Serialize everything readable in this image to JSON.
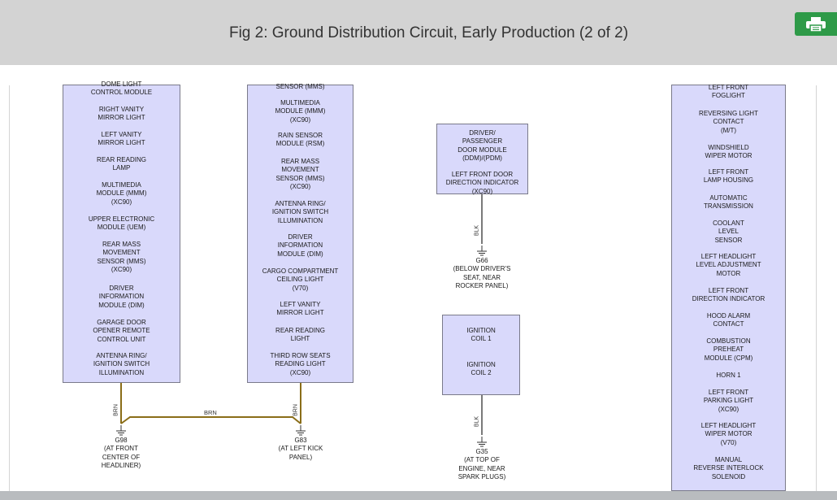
{
  "header": {
    "title": "Fig 2: Ground Distribution Circuit, Early Production (2 of 2)",
    "print_icon": "printer-icon",
    "accent": "#2e9a48"
  },
  "box1": {
    "labels": [
      "DOME LIGHT\nCONTROL MODULE",
      "RIGHT VANITY\nMIRROR LIGHT",
      "LEFT VANITY\nMIRROR LIGHT",
      "REAR READING\nLAMP",
      "MULTIMEDIA\nMODULE (MMM)\n(XC90)",
      "UPPER ELECTRONIC\nMODULE (UEM)",
      "REAR MASS\nMOVEMENT\nSENSOR (MMS)\n(XC90)",
      "DRIVER\nINFORMATION\nMODULE (DIM)",
      "GARAGE DOOR\nOPENER REMOTE\nCONTROL UNIT",
      "ANTENNA RING/\nIGNITION SWITCH\nILLUMINATION"
    ]
  },
  "box2": {
    "labels": [
      "SENSOR (MMS)",
      "MULTIMEDIA\nMODULE (MMM)\n(XC90)",
      "RAIN SENSOR\nMODULE (RSM)",
      "REAR MASS\nMOVEMENT\nSENSOR (MMS)\n(XC90)",
      "ANTENNA RING/\nIGNITION SWITCH\nILLUMINATION",
      "DRIVER\nINFORMATION\nMODULE (DIM)",
      "CARGO COMPARTMENT\nCEILING LIGHT\n(V70)",
      "LEFT VANITY\nMIRROR LIGHT",
      "REAR READING\nLIGHT",
      "THIRD ROW SEATS\nREADING LIGHT\n(XC90)"
    ]
  },
  "box3": {
    "labels": [
      "DRIVER/\nPASSENGER\nDOOR MODULE\n(DDM)/(PDM)",
      "LEFT FRONT DOOR\nDIRECTION INDICATOR\n(XC90)"
    ]
  },
  "box4": {
    "labels": [
      "IGNITION\nCOIL 1",
      "IGNITION\nCOIL 2"
    ]
  },
  "box5": {
    "labels": [
      "LEFT FRONT\nFOGLIGHT",
      "REVERSING LIGHT\nCONTACT\n(M/T)",
      "WINDSHIELD\nWIPER MOTOR",
      "LEFT FRONT\nLAMP HOUSING",
      "AUTOMATIC\nTRANSMISSION",
      "COOLANT\nLEVEL\nSENSOR",
      "LEFT HEADLIGHT\nLEVEL ADJUSTMENT\nMOTOR",
      "LEFT FRONT\nDIRECTION INDICATOR",
      "HOOD ALARM\nCONTACT",
      "COMBUSTION\nPREHEAT\nMODULE (CPM)",
      "HORN 1",
      "LEFT FRONT\nPARKING LIGHT\n(XC90)",
      "LEFT HEADLIGHT\nWIPER MOTOR\n(V70)",
      "MANUAL\nREVERSE INTERLOCK\nSOLENOID"
    ]
  },
  "wires": {
    "w1": "BRN",
    "w2": "BRN",
    "w_h": "BRN",
    "w3": "BLK",
    "w4": "BLK"
  },
  "grounds": {
    "g98": "G98\n(AT FRONT\nCENTER OF\nHEADLINER)",
    "g83": "G83\n(AT LEFT KICK\nPANEL)",
    "g66": "G66\n(BELOW DRIVER'S\nSEAT, NEAR\nROCKER PANEL)",
    "g35": "G35\n(AT TOP OF\nENGINE, NEAR\nSPARK PLUGS)"
  },
  "colors": {
    "box_fill": "#d9d9fb",
    "brn_wire": "#8a6d18",
    "blk_wire": "#7a7a7a"
  }
}
